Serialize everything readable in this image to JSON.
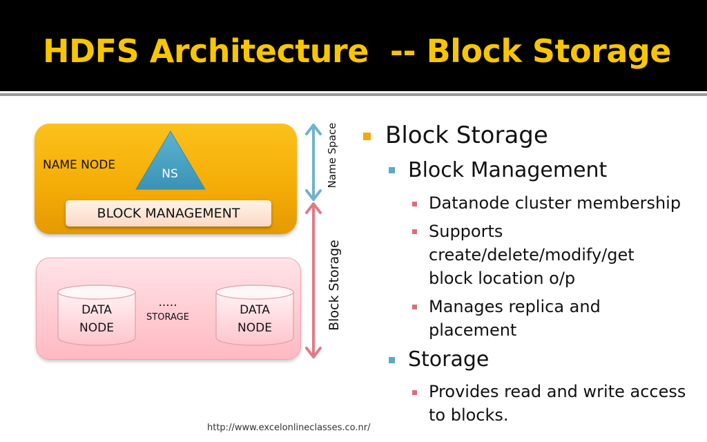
{
  "slide": {
    "title": "HDFS Architecture  -- Block Storage",
    "footer_url": "http://www.excelonlineclasses.co.nr/"
  },
  "diagram": {
    "name_node_label": "NAME NODE",
    "ns_label": "NS",
    "block_management_label": "BLOCK MANAGEMENT",
    "data_node_left": [
      "DATA",
      "NODE"
    ],
    "data_node_right": [
      "DATA",
      "NODE"
    ],
    "dots": ".....",
    "storage_label": "STORAGE",
    "name_space_axis_label": "Name Space",
    "block_storage_axis_label": "Block Storage"
  },
  "bullets": {
    "l1_block_storage": "Block Storage",
    "l2_block_management": "Block Management",
    "l3_datanode_membership": "Datanode cluster membership",
    "l3_supports": [
      "Supports",
      "create/delete/modify/get",
      "block location o/p"
    ],
    "l3_manages": [
      "Manages replica and",
      "placement"
    ],
    "l2_storage": "Storage",
    "l3_provides": [
      "Provides read and write access",
      "to blocks."
    ]
  },
  "colors": {
    "title_text": "#f7c600",
    "title_bg": "#000000",
    "name_node_box": "#f5ad07",
    "storage_box": "#ffc6cd",
    "ns_triangle": "#4aa3c4",
    "name_space_arrow": "#6fb3cd",
    "block_storage_arrow": "#e07a87",
    "bullet_l1": "#f3a90c",
    "bullet_l2": "#5aaac5",
    "bullet_l3": "#e06a7a"
  }
}
